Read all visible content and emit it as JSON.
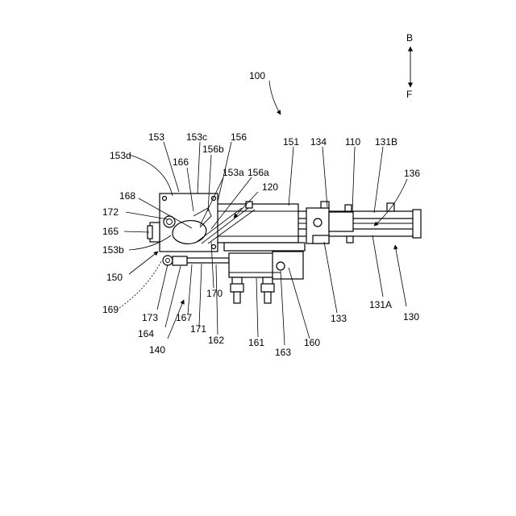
{
  "direction": {
    "back": "B",
    "front": "F"
  },
  "labels": {
    "l100": "100",
    "l153": "153",
    "l153c": "153c",
    "l156": "156",
    "l156b": "156b",
    "l153d": "153d",
    "l166": "166",
    "l153a": "153a",
    "l156a": "156a",
    "l151": "151",
    "l134": "134",
    "l110": "110",
    "l131B": "131B",
    "l136": "136",
    "l120": "120",
    "l168": "168",
    "l172": "172",
    "l165": "165",
    "l153b": "153b",
    "l150": "150",
    "l169": "169",
    "l173": "173",
    "l164": "164",
    "l167": "167",
    "l171": "171",
    "l170": "170",
    "l162": "162",
    "l161": "161",
    "l163": "163",
    "l160": "160",
    "l140": "140",
    "l133": "133",
    "l131A": "131A",
    "l130": "130"
  }
}
